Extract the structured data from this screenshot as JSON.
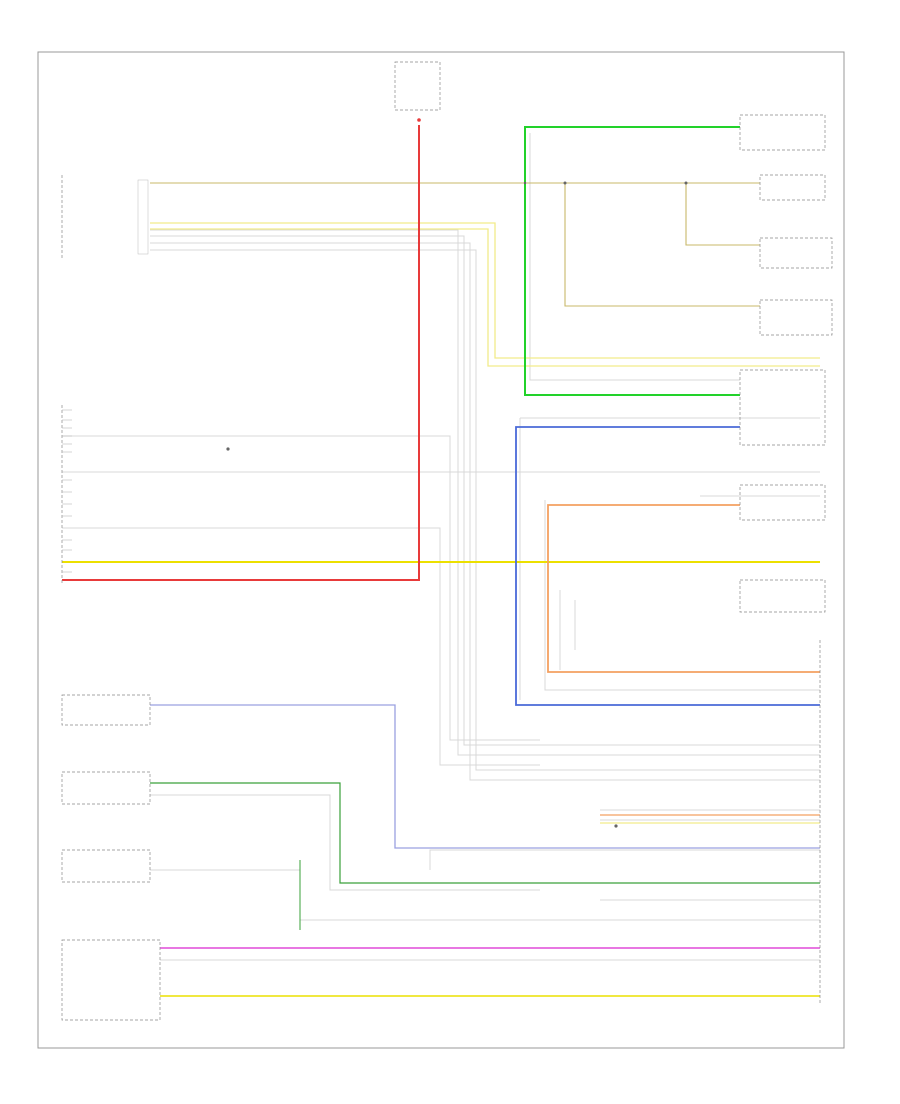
{
  "diagram": {
    "footer_code": "",
    "colors": {
      "power": "#e83a3a",
      "yellow": "#ece000",
      "yellow_light": "#f2ec8a",
      "green": "#22d22a",
      "green_dark": "#3aa03a",
      "blue": "#4a6ad8",
      "blue_light": "#9aa0e0",
      "orange": "#f4a060",
      "magenta": "#e04ad8",
      "khaki": "#c8b86a",
      "gray": "#d6d6d6"
    },
    "components": [
      {
        "id": "fuse-block",
        "label": "",
        "labels": [
          "",
          "",
          "",
          ""
        ]
      },
      {
        "id": "body-control-module",
        "label": ""
      },
      {
        "id": "instrument-panel-module",
        "label": ""
      },
      {
        "id": "hvac-module",
        "label": ""
      },
      {
        "id": "heater-control",
        "label": ""
      },
      {
        "id": "overhead-module",
        "label": ""
      },
      {
        "id": "cluster",
        "label": ""
      },
      {
        "id": "right-module-1",
        "label": ""
      },
      {
        "id": "right-module-2",
        "label": ""
      },
      {
        "id": "right-module-3",
        "label": ""
      },
      {
        "id": "right-module-4",
        "label": ""
      },
      {
        "id": "right-module-5",
        "label": ""
      },
      {
        "id": "right-module-6",
        "label": ""
      },
      {
        "id": "right-module-7",
        "label": ""
      },
      {
        "id": "dlc",
        "label": ""
      }
    ]
  }
}
